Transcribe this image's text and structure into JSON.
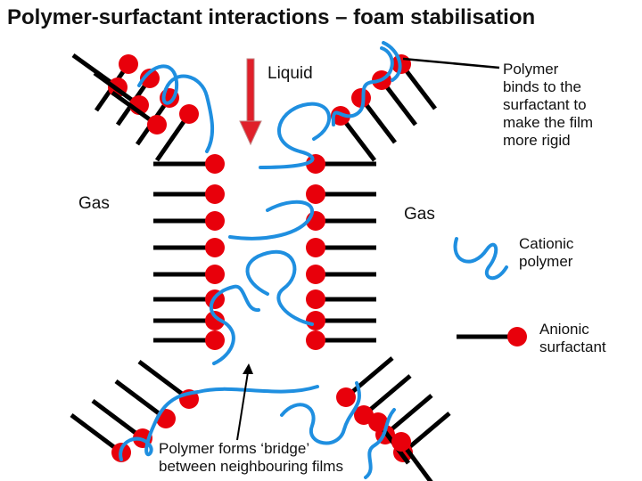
{
  "title": "Polymer-surfactant interactions – foam stabilisation",
  "labels": {
    "liquid": "Liquid",
    "gas_left": "Gas",
    "gas_right": "Gas",
    "polymer_binds": "Polymer\nbinds to the\nsurfactant to\nmake the film\nmore rigid",
    "cationic_polymer": "Cationic\npolymer",
    "anionic_surfactant": "Anionic\nsurfactant",
    "bridge": "Polymer forms ‘bridge’\nbetween neighbouring films"
  },
  "colors": {
    "surfactant_head": "#e8000b",
    "surfactant_tail": "#000000",
    "polymer": "#1f8fe0",
    "arrow": "#e0202a",
    "pointer": "#000000"
  }
}
